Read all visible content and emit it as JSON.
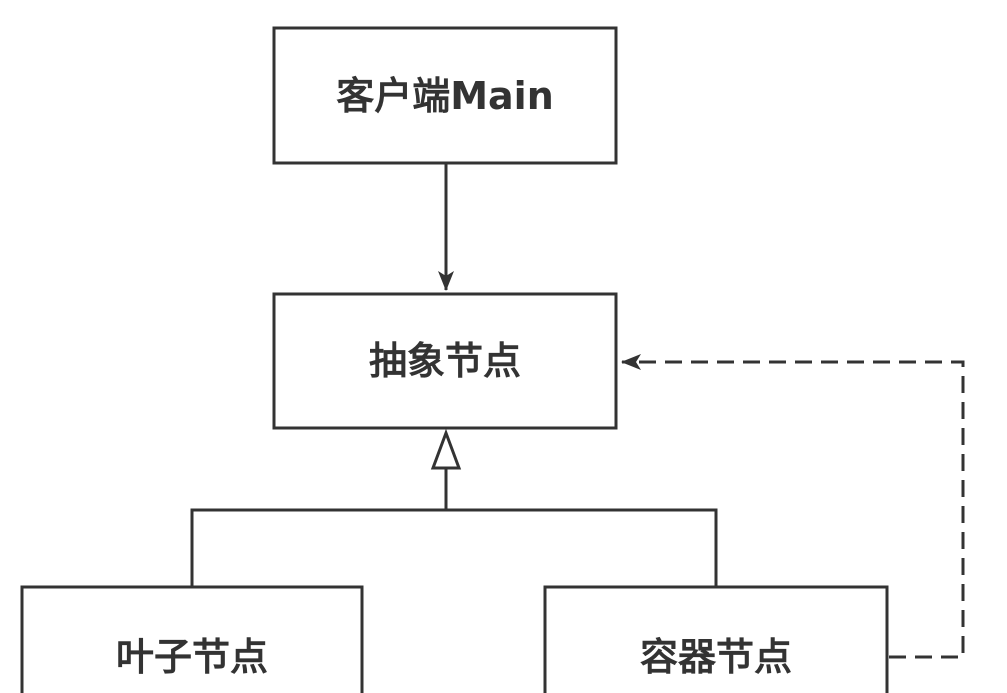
{
  "nodes": {
    "client": {
      "label": "客户端Main"
    },
    "abstract": {
      "label": "抽象节点"
    },
    "leaf": {
      "label": "叶子节点"
    },
    "container": {
      "label": "容器节点"
    }
  },
  "edges": [
    {
      "from": "client",
      "to": "abstract",
      "kind": "association",
      "style": "solid",
      "arrowhead": "filled"
    },
    {
      "from": "leaf",
      "to": "abstract",
      "kind": "inheritance",
      "style": "solid",
      "arrowhead": "hollow-triangle"
    },
    {
      "from": "container",
      "to": "abstract",
      "kind": "inheritance",
      "style": "solid",
      "arrowhead": "hollow-triangle"
    },
    {
      "from": "container",
      "to": "abstract",
      "kind": "aggregation",
      "style": "dashed",
      "arrowhead": "filled"
    }
  ],
  "colors": {
    "stroke": "#333333",
    "text": "#333333",
    "fill": "#ffffff"
  }
}
